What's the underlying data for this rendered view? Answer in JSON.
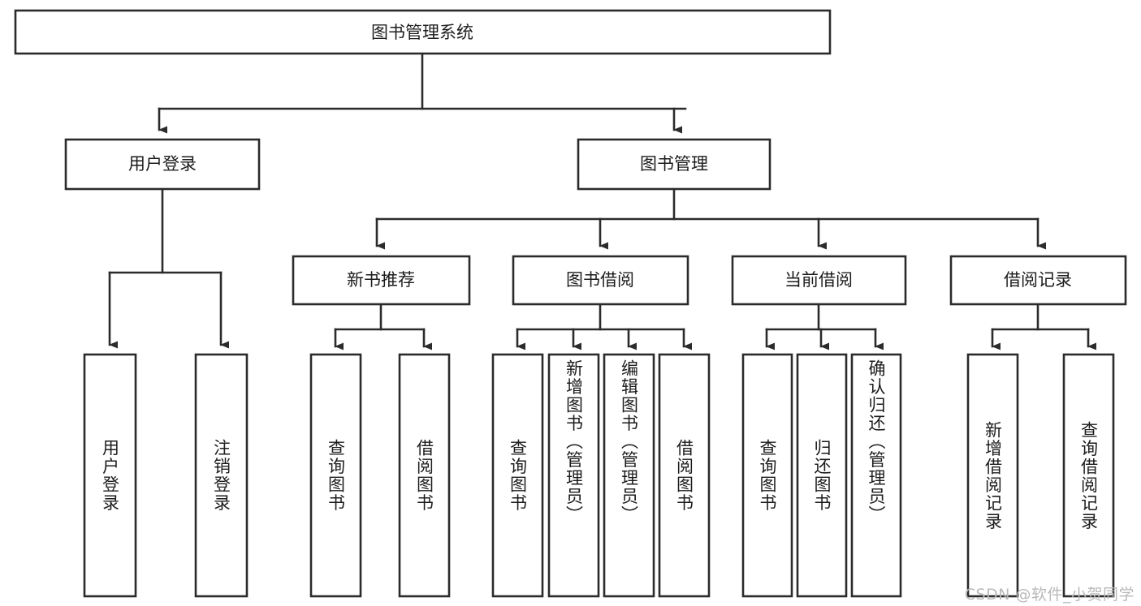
{
  "diagram": {
    "type": "tree",
    "title": "图书管理系统",
    "orientation": "top-down",
    "colors": {
      "stroke": "#2b2b2b",
      "fill": "#ffffff",
      "text": "#1c1c1c",
      "watermark": "#b9b9b9"
    },
    "root": {
      "label": "图书管理系统"
    },
    "level2": [
      {
        "label": "用户登录"
      },
      {
        "label": "图书管理"
      }
    ],
    "level3": [
      {
        "label": "新书推荐"
      },
      {
        "label": "图书借阅"
      },
      {
        "label": "当前借阅"
      },
      {
        "label": "借阅记录"
      }
    ],
    "leaves": {
      "user_login": [
        {
          "label": "用户登录"
        },
        {
          "label": "注销登录"
        }
      ],
      "new_book": [
        {
          "label": "查询图书"
        },
        {
          "label": "借阅图书"
        }
      ],
      "book_borrow": [
        {
          "label": "查询图书"
        },
        {
          "label": "新增图书（管理员）"
        },
        {
          "label": "编辑图书（管理员）"
        },
        {
          "label": "借阅图书"
        }
      ],
      "current_borrow": [
        {
          "label": "查询图书"
        },
        {
          "label": "归还图书"
        },
        {
          "label": "确认归还（管理员）"
        }
      ],
      "borrow_record": [
        {
          "label": "新增借阅记录"
        },
        {
          "label": "查询借阅记录"
        }
      ]
    }
  },
  "watermark": {
    "text": "CSDN @软件_小贺同学"
  }
}
